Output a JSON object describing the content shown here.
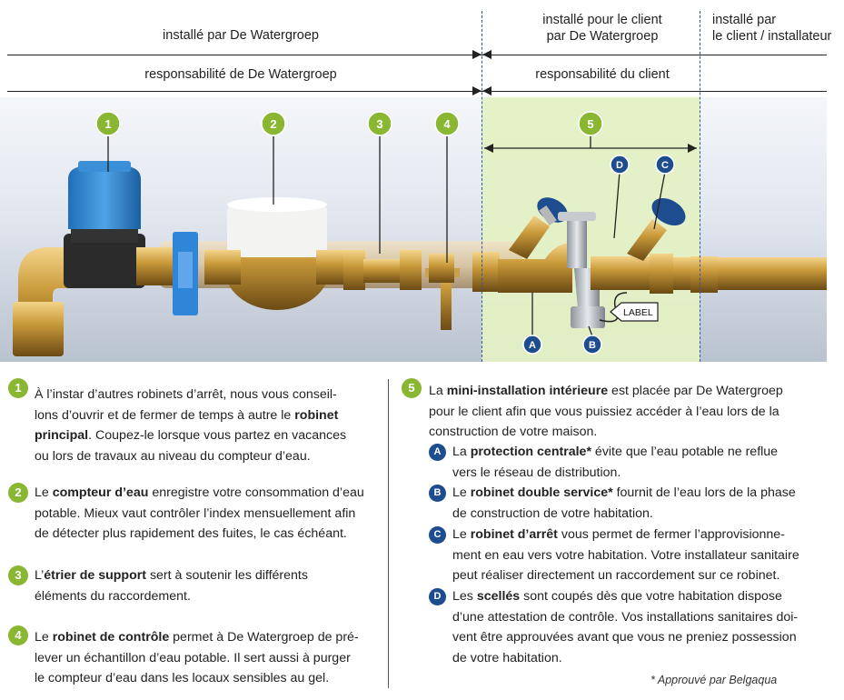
{
  "header": {
    "installed_dwg": "installé par De Watergroep",
    "installed_for_client_l1": "installé pour le client",
    "installed_for_client_l2": "par De Watergroep",
    "installed_by_l1": "installé par",
    "installed_by_l2": "le client / installateur",
    "resp_dwg": "responsabilité de De Watergroep",
    "resp_client": "responsabilité du client"
  },
  "labels": {
    "n1": "1",
    "n2": "2",
    "n3": "3",
    "n4": "4",
    "n5": "5",
    "A": "A",
    "B": "B",
    "C": "C",
    "D": "D",
    "tag": "LABEL"
  },
  "colors": {
    "accent_green": "#8ab731",
    "accent_blue": "#1d4c8f",
    "dashed_line": "#2a5aa8",
    "zone_green": "#e4f0c4"
  },
  "items": {
    "i1": {
      "t1": "À l’instar d’autres robinets d’arrêt, nous vous conseil-",
      "t2": "lons d’ouvrir et de fermer de temps à autre le ",
      "b1": "robinet",
      "b2": "principal",
      "t3": ". Coupez-le lorsque vous partez en vacances",
      "t4": "ou lors de travaux au niveau du compteur d’eau."
    },
    "i2": {
      "t1": "Le ",
      "b1": "compteur d’eau",
      "t2": " enregistre votre consommation d’eau",
      "t3": "potable. Mieux vaut contrôler l’index mensuellement afin",
      "t4": "de détecter plus rapidement des fuites, le cas échéant."
    },
    "i3": {
      "t1": "L’",
      "b1": "étrier de support",
      "t2": " sert à soutenir les différents",
      "t3": "éléments du raccordement."
    },
    "i4": {
      "t1": "Le ",
      "b1": "robinet de contrôle",
      "t2": " permet à De Watergroep de pré-",
      "t3": "lever un échantillon d’eau potable. Il sert aussi à purger",
      "t4": "le compteur d’eau dans les locaux sensibles au gel."
    },
    "i5": {
      "t1": "La ",
      "b1": "mini-installation intérieure",
      "t2": " est placée par De Watergroep",
      "t3": "pour le client afin que vous puissiez accéder à l’eau lors de la",
      "t4": "construction de votre maison."
    },
    "iA": {
      "t1": "La ",
      "b1": "protection centrale*",
      "t2": " évite que l’eau potable ne reflue",
      "t3": "vers le réseau de distribution."
    },
    "iB": {
      "t1": "Le ",
      "b1": "robinet double service*",
      "t2": " fournit de l’eau lors de la phase",
      "t3": "de construction de votre habitation."
    },
    "iC": {
      "t1": "Le ",
      "b1": "robinet d’arrêt",
      "t2": " vous permet de fermer l’approvisionne-",
      "t3": "ment en eau vers votre habitation. Votre installateur sanitaire",
      "t4": "peut réaliser directement un raccordement sur ce robinet."
    },
    "iD": {
      "t1": "Les ",
      "b1": "scellés",
      "t2": " sont coupés dès que votre habitation dispose",
      "t3": "d’une attestation de contrôle. Vos installations sanitaires doi-",
      "t4": "vent être approuvées avant que vous ne preniez possession",
      "t5": "de votre habitation."
    }
  },
  "footnote": "* Approuvé par Belgaqua"
}
